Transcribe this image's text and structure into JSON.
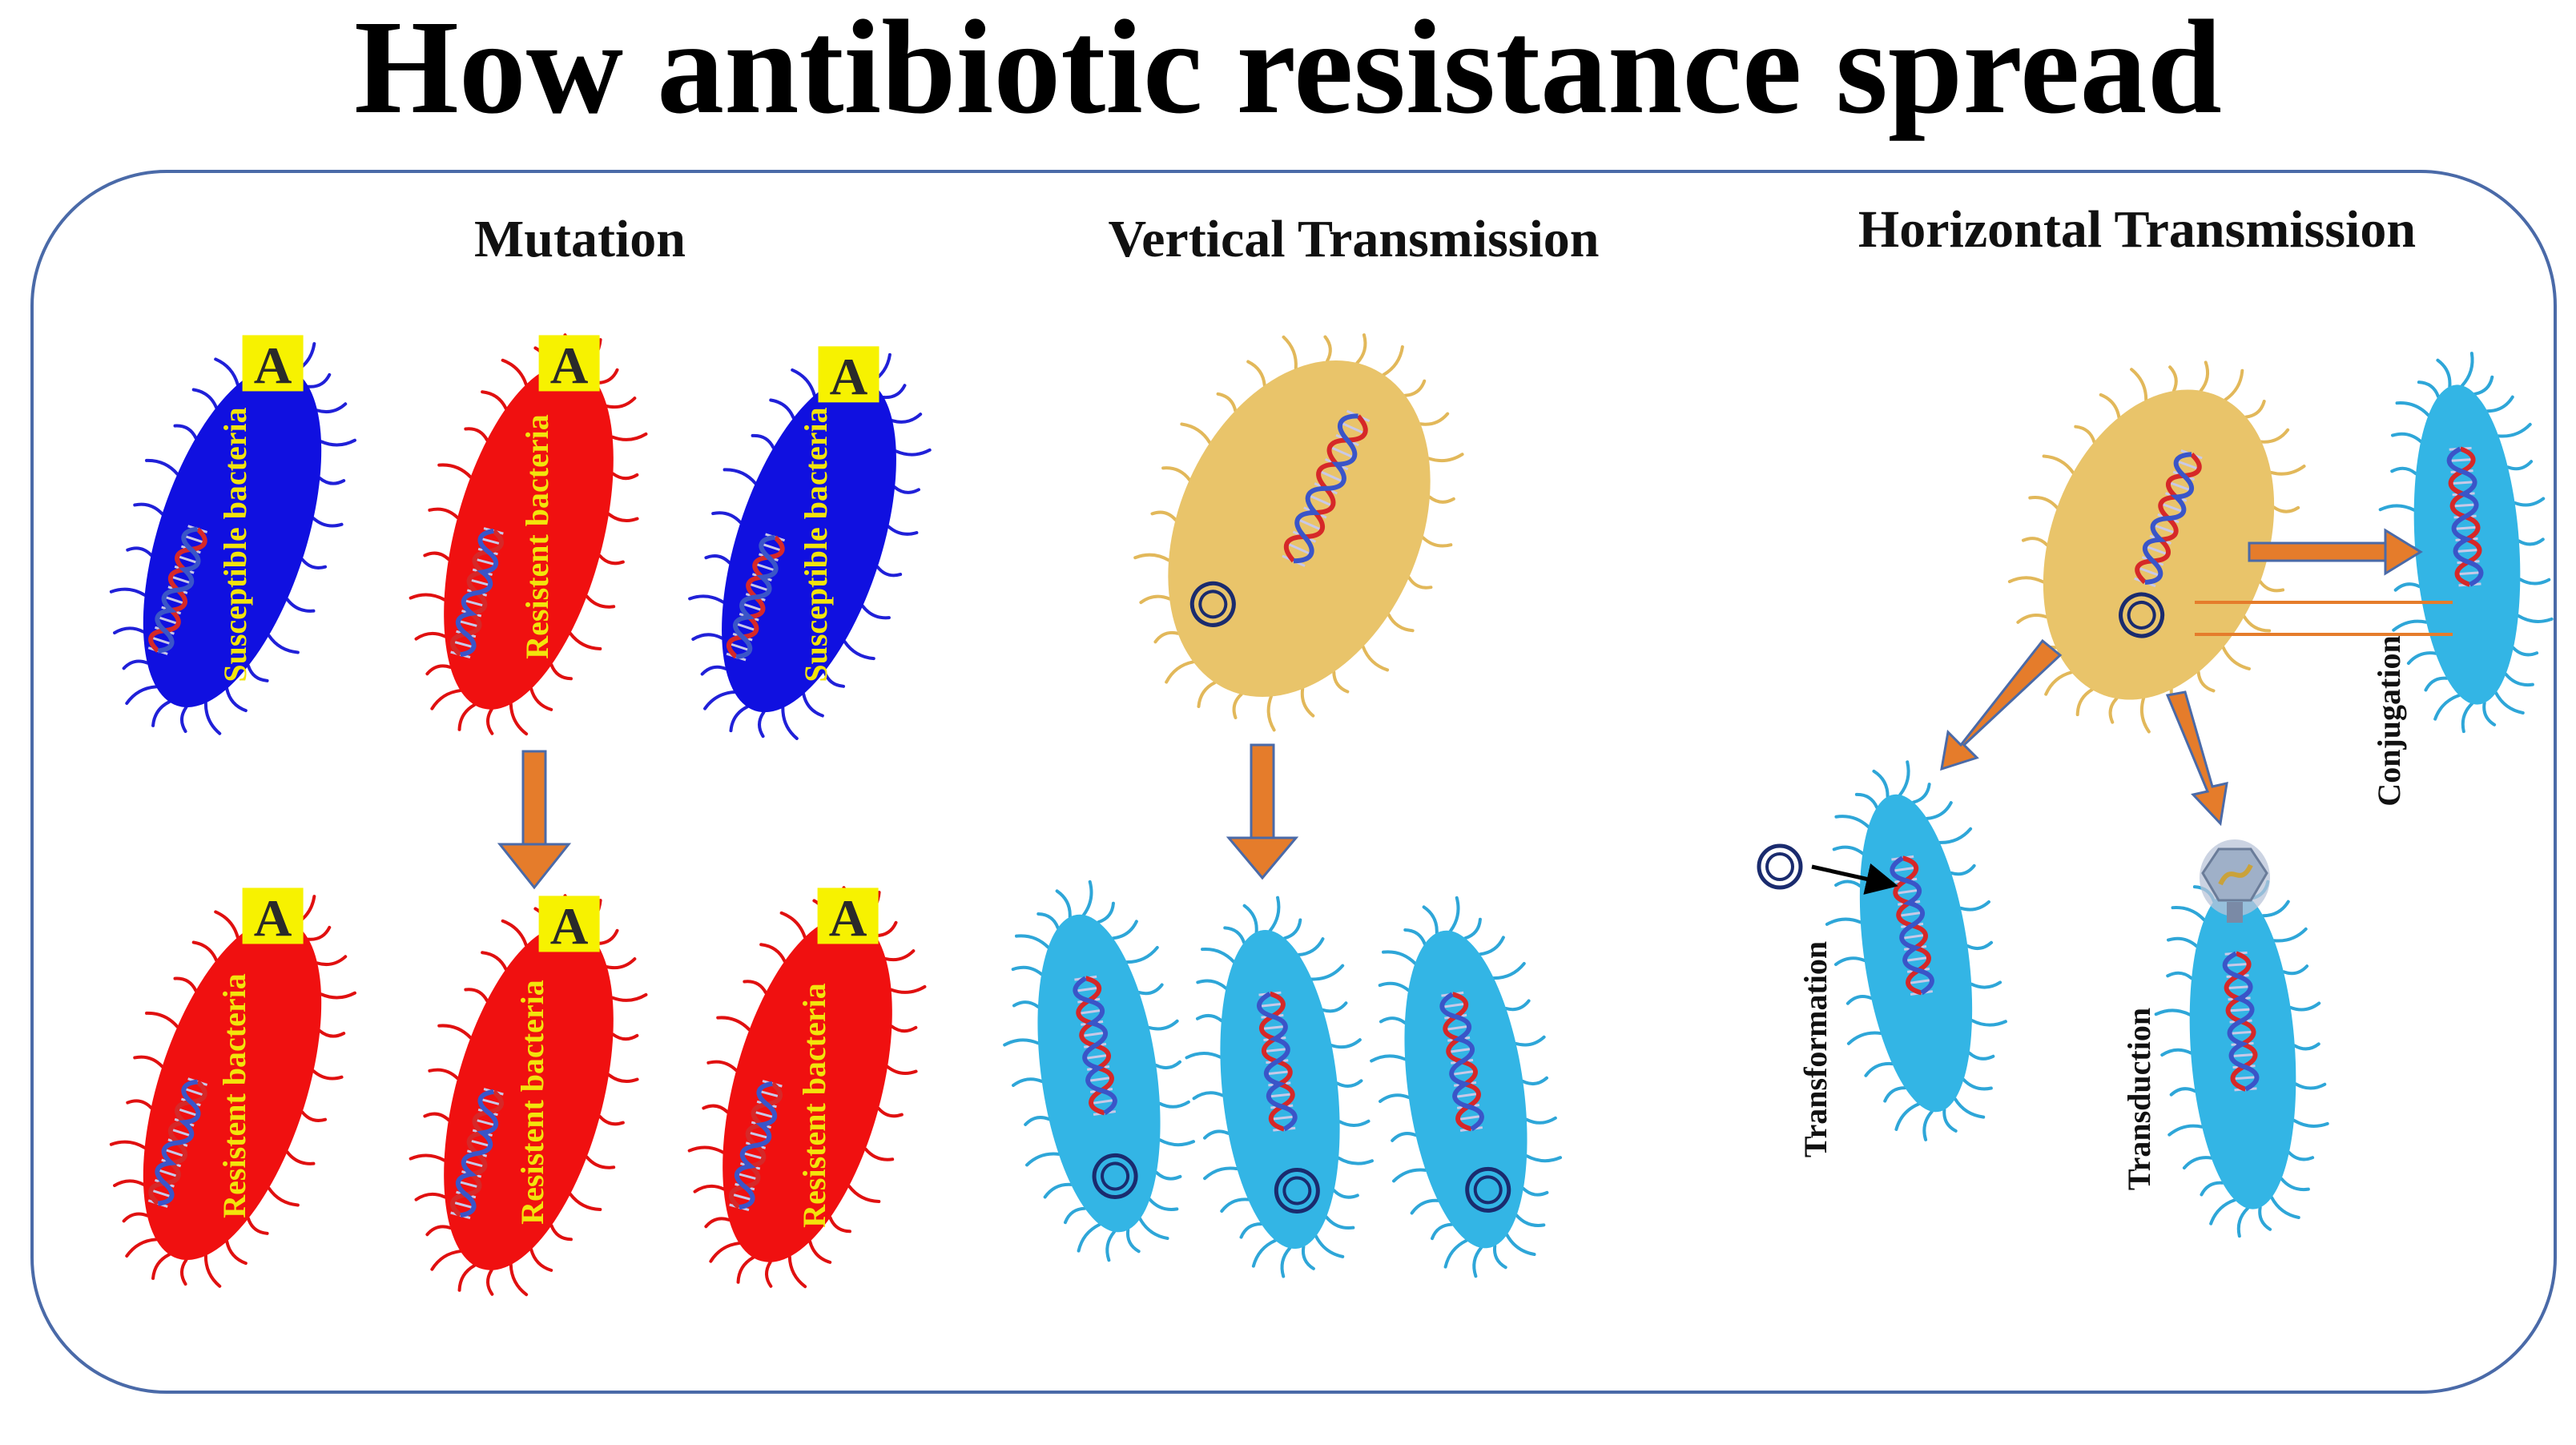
{
  "title": "How antibiotic resistance spread",
  "sections": {
    "mutation": {
      "title": "Mutation",
      "top_row": [
        "Susceptible bacteria",
        "Resistent bacteria",
        "Susceptible bacteria"
      ],
      "bottom_row": [
        "Resistent bacteria",
        "Resistent bacteria",
        "Resistent bacteria"
      ],
      "antibiotic_mark": "A"
    },
    "vertical": {
      "title": "Vertical Transmission"
    },
    "horizontal": {
      "title": "Horizontal Transmission",
      "labels": {
        "conjugation": "Conjugation",
        "transformation": "Transformation",
        "transduction": "Transduction"
      }
    }
  },
  "colors": {
    "susceptible": "#1010e0",
    "resistant": "#f01010",
    "donor": "#e9c46a",
    "recipient": "#33b5e5",
    "arrow": "#e57c2b",
    "antibiotic_badge": "#f7f200",
    "frame": "#4a6aa8"
  }
}
